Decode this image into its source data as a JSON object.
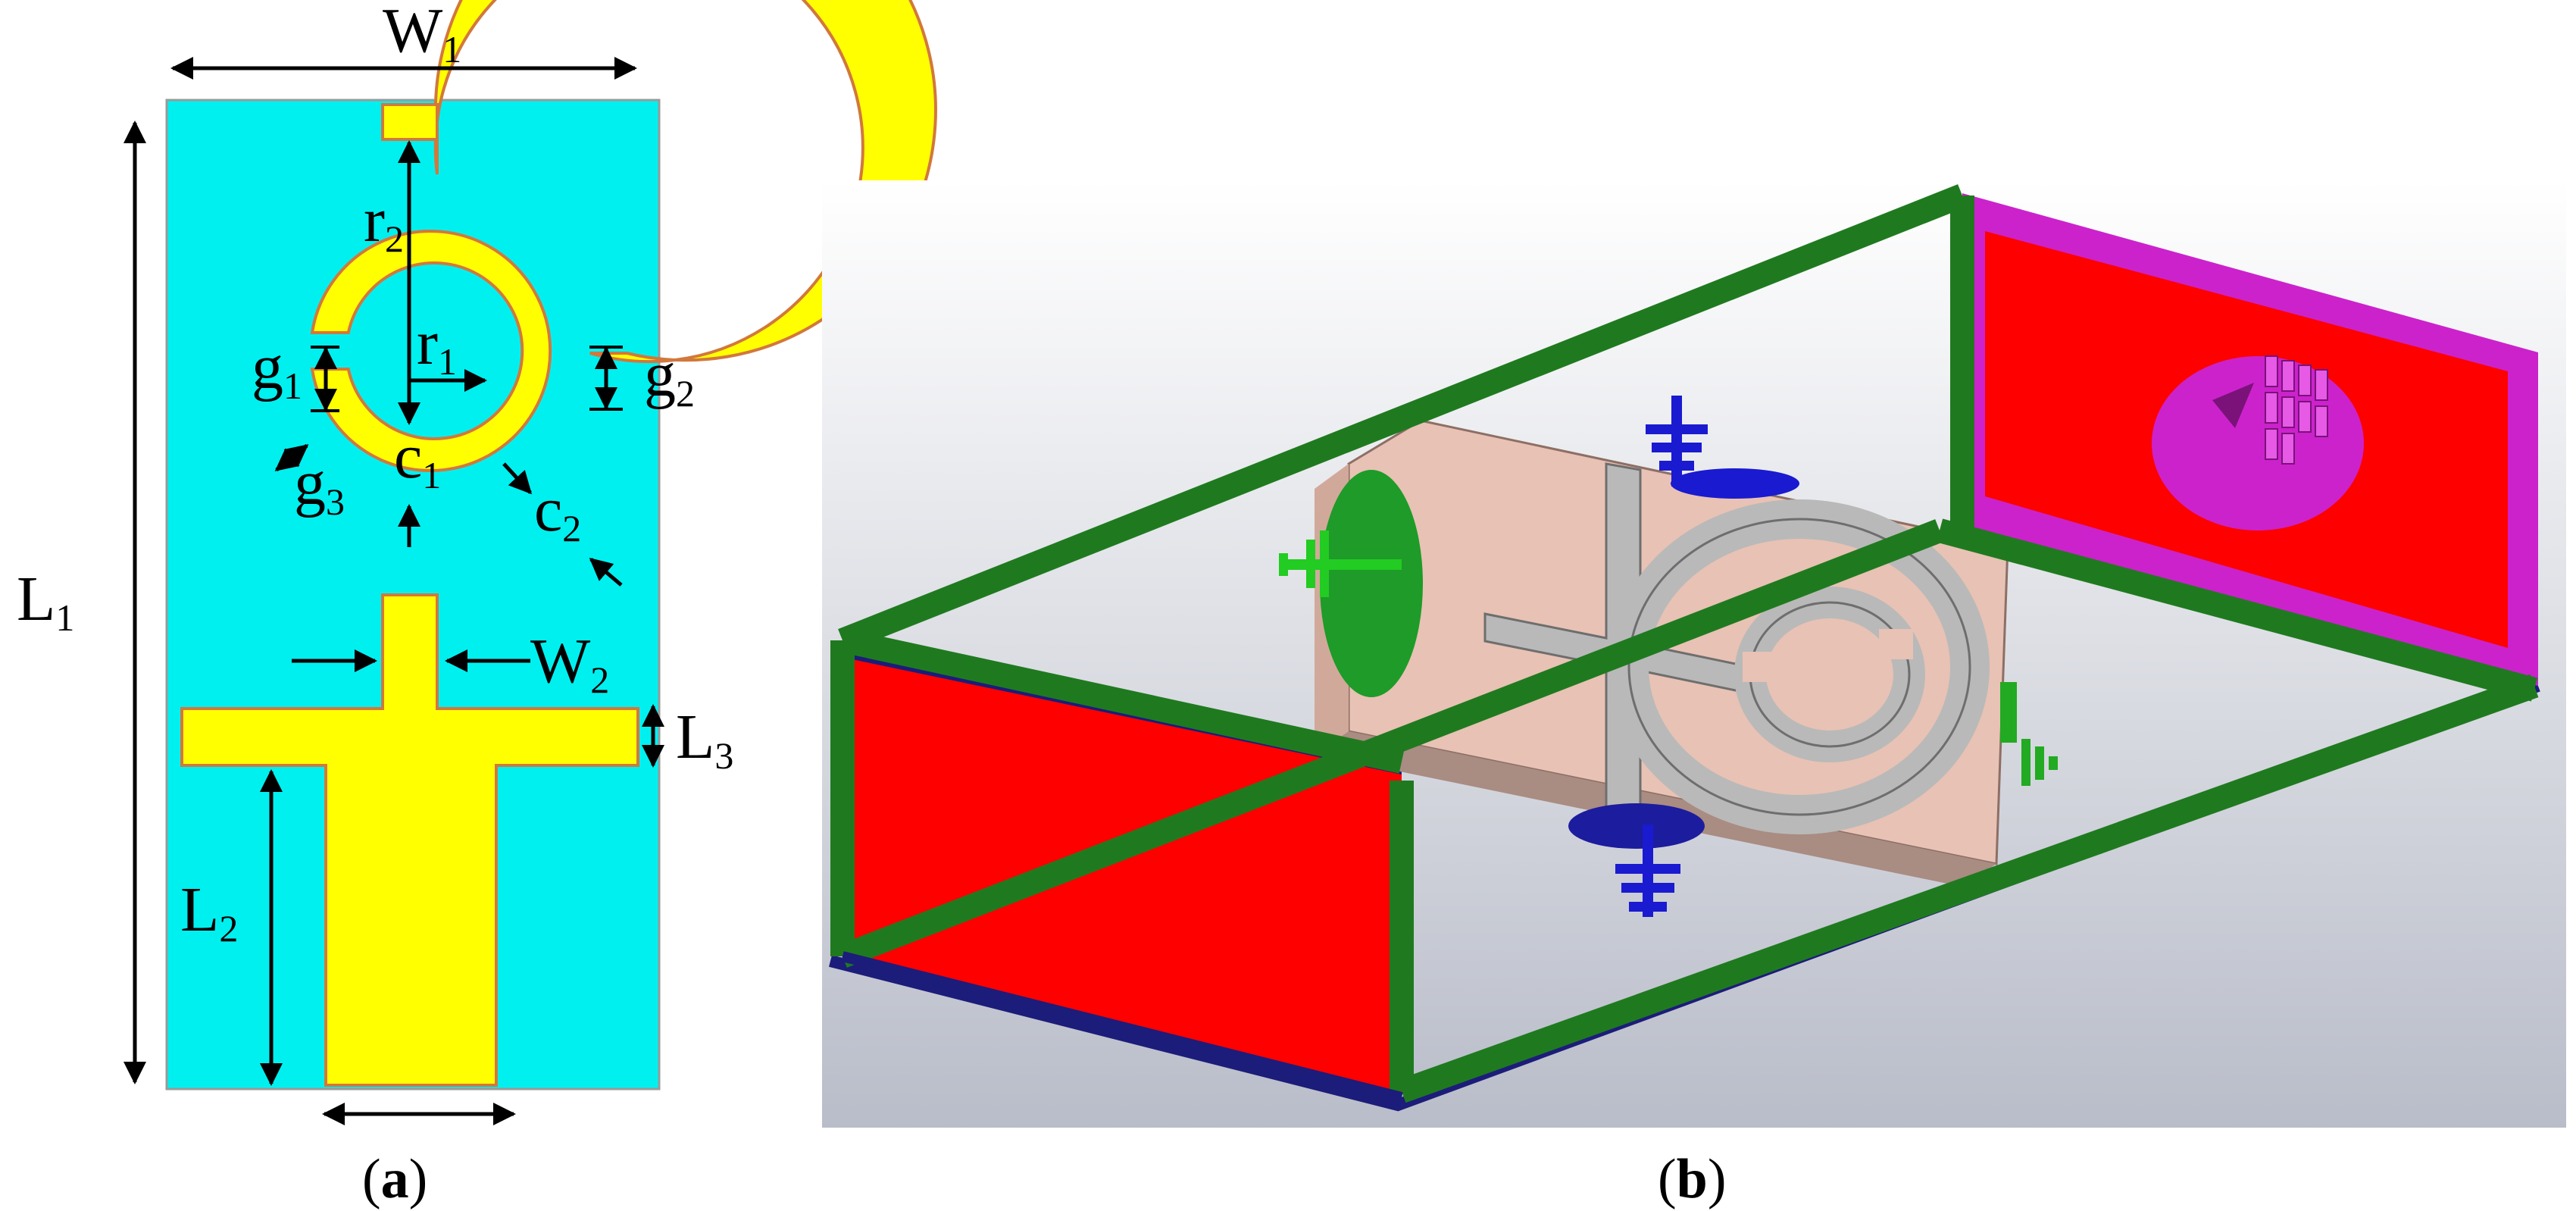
{
  "panel_a": {
    "caption_letter": "a",
    "labels": {
      "W1": {
        "main": "W",
        "sub": "1"
      },
      "L1": {
        "main": "L",
        "sub": "1"
      },
      "r1": {
        "main": "r",
        "sub": "1"
      },
      "r2": {
        "main": "r",
        "sub": "2"
      },
      "g1": {
        "main": "g",
        "sub": "1"
      },
      "g2": {
        "main": "g",
        "sub": "2"
      },
      "g3": {
        "main": "g",
        "sub": "3"
      },
      "c1": {
        "main": "c",
        "sub": "1"
      },
      "c2": {
        "main": "c",
        "sub": "2"
      },
      "W2": {
        "main": "W",
        "sub": "2"
      },
      "L2": {
        "main": "L",
        "sub": "2"
      },
      "L3": {
        "main": "L",
        "sub": "3"
      }
    },
    "colors": {
      "substrate": "#00f0f0",
      "patch": "#ffff00",
      "patch_edge": "#d2783c",
      "dimension": "#000000"
    }
  },
  "panel_b": {
    "caption_letter": "b",
    "colors": {
      "background_top": "#ffffff",
      "background_bottom": "#b9bdc9",
      "frame": "#1f7a1f",
      "frame_bottom_edge": "#1c1c7a",
      "port_face": "#ff0000",
      "port_rim": "#cc22cc",
      "substrate_block": "#e8c2b4",
      "metal": "#b9b9b9",
      "boundary_magnetic": "#22aa22",
      "boundary_electric": "#1a1ad0"
    }
  }
}
